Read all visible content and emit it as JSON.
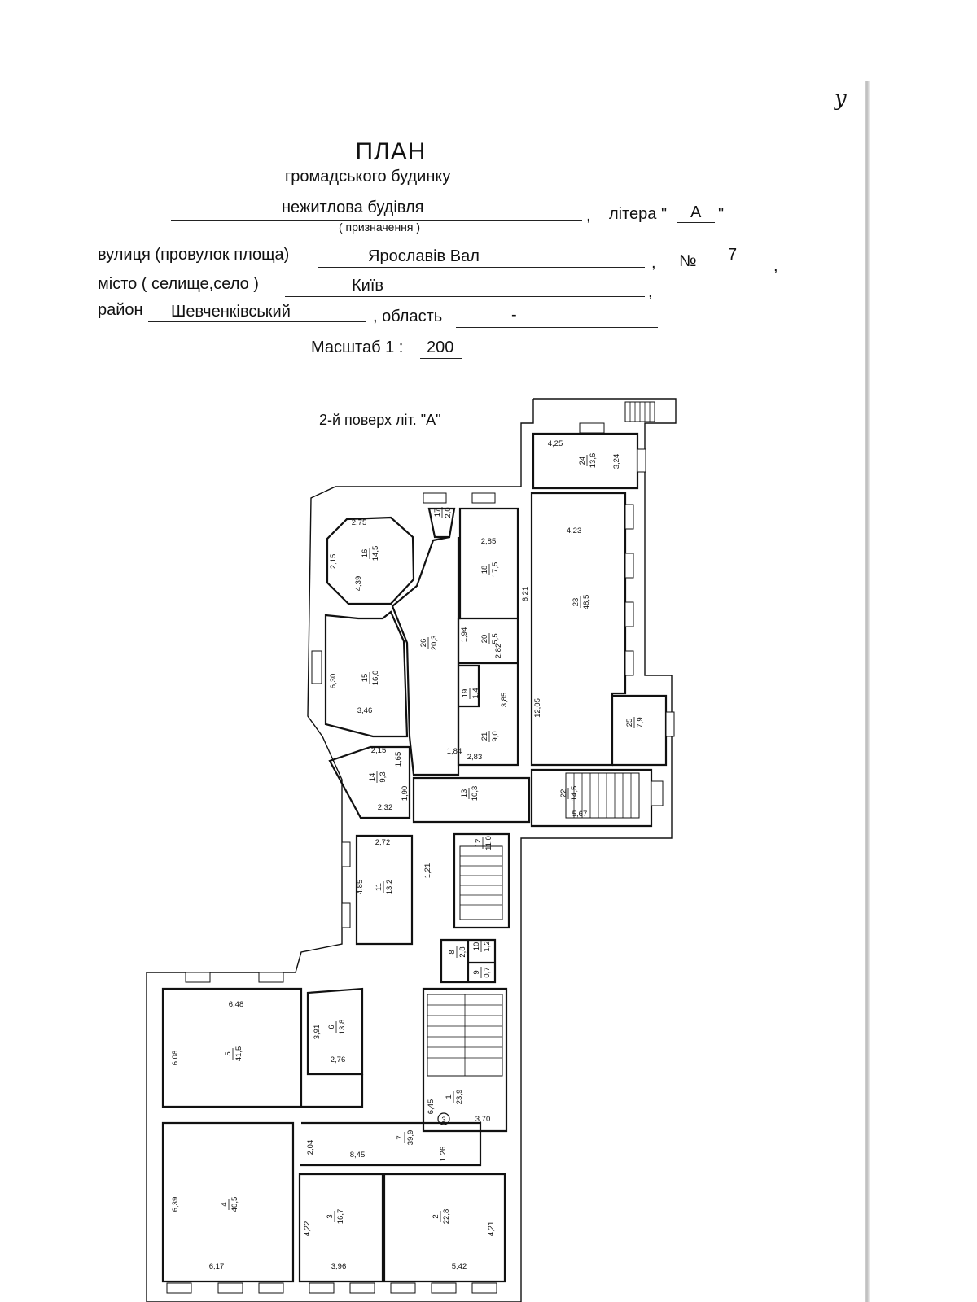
{
  "header": {
    "corner_mark": "у",
    "title": "ПЛАН",
    "subtitle": "громадського будинку",
    "purpose_value": "нежитлова будівля",
    "purpose_caption": "( призначення )",
    "litera_label": "літера \"",
    "litera_value": "А",
    "litera_close": "\"",
    "street_label": "вулиця (провулок площа)",
    "street_value": "Ярославів Вал",
    "number_label": "№",
    "number_value": "7",
    "city_label": "місто ( селище,село )",
    "city_value": "Київ",
    "district_label": "район",
    "district_value": "Шевченківський",
    "region_label": ", область",
    "region_value": "-",
    "scale_label": "Масштаб 1 :",
    "scale_value": "200",
    "comma": ","
  },
  "plan": {
    "floor_title": "2-й поверх літ. \"А\"",
    "rooms": [
      {
        "no": "1",
        "area": "23,9"
      },
      {
        "no": "2",
        "area": "22,8"
      },
      {
        "no": "3",
        "area": "16,7"
      },
      {
        "no": "4",
        "area": "40,5"
      },
      {
        "no": "5",
        "area": "41,5"
      },
      {
        "no": "6",
        "area": "13,8"
      },
      {
        "no": "7",
        "area": "39,9"
      },
      {
        "no": "8",
        "area": "2,8"
      },
      {
        "no": "9",
        "area": "0,7"
      },
      {
        "no": "10",
        "area": "1,2"
      },
      {
        "no": "11",
        "area": "13,2"
      },
      {
        "no": "12",
        "area": "11,0"
      },
      {
        "no": "13",
        "area": "10,3"
      },
      {
        "no": "14",
        "area": "9,3"
      },
      {
        "no": "15",
        "area": "16,0"
      },
      {
        "no": "16",
        "area": "14,5"
      },
      {
        "no": "17",
        "area": "2,0"
      },
      {
        "no": "18",
        "area": "17,5"
      },
      {
        "no": "19",
        "area": "1,4"
      },
      {
        "no": "20",
        "area": "5,5"
      },
      {
        "no": "21",
        "area": "9,0"
      },
      {
        "no": "22",
        "area": "14,5"
      },
      {
        "no": "23",
        "area": "48,5"
      },
      {
        "no": "24",
        "area": "13,6"
      },
      {
        "no": "25",
        "area": "7,9"
      },
      {
        "no": "26",
        "area": "20,3"
      }
    ],
    "dimensions": [
      "4,25",
      "3,24",
      "4,23",
      "12,05",
      "2,75",
      "2,15",
      "4,39",
      "2,85",
      "6,21",
      "1,94",
      "2,82",
      "3,85",
      "2,83",
      "6,30",
      "3,46",
      "2,15",
      "1,65",
      "1,90",
      "2,32",
      "1,84",
      "5,67",
      "2,72",
      "4,85",
      "1,21",
      "6,48",
      "6,08",
      "3,91",
      "2,76",
      "6,45",
      "3,70",
      "2,04",
      "8,45",
      "1,26",
      "6,39",
      "6,17",
      "4,22",
      "3,96",
      "4,21",
      "5,42"
    ],
    "stair_marker": "3"
  }
}
